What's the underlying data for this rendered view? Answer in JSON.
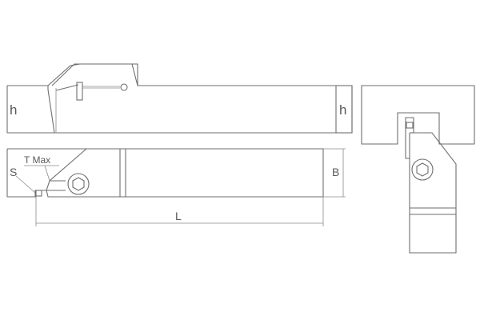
{
  "drawing": {
    "side_view": {
      "height_label": "h",
      "end_height_label": "h"
    },
    "top_view": {
      "shank_width_label": "B",
      "offset_label": "S",
      "max_depth_label": "T Max",
      "length_label": "L"
    },
    "end_view": {}
  }
}
